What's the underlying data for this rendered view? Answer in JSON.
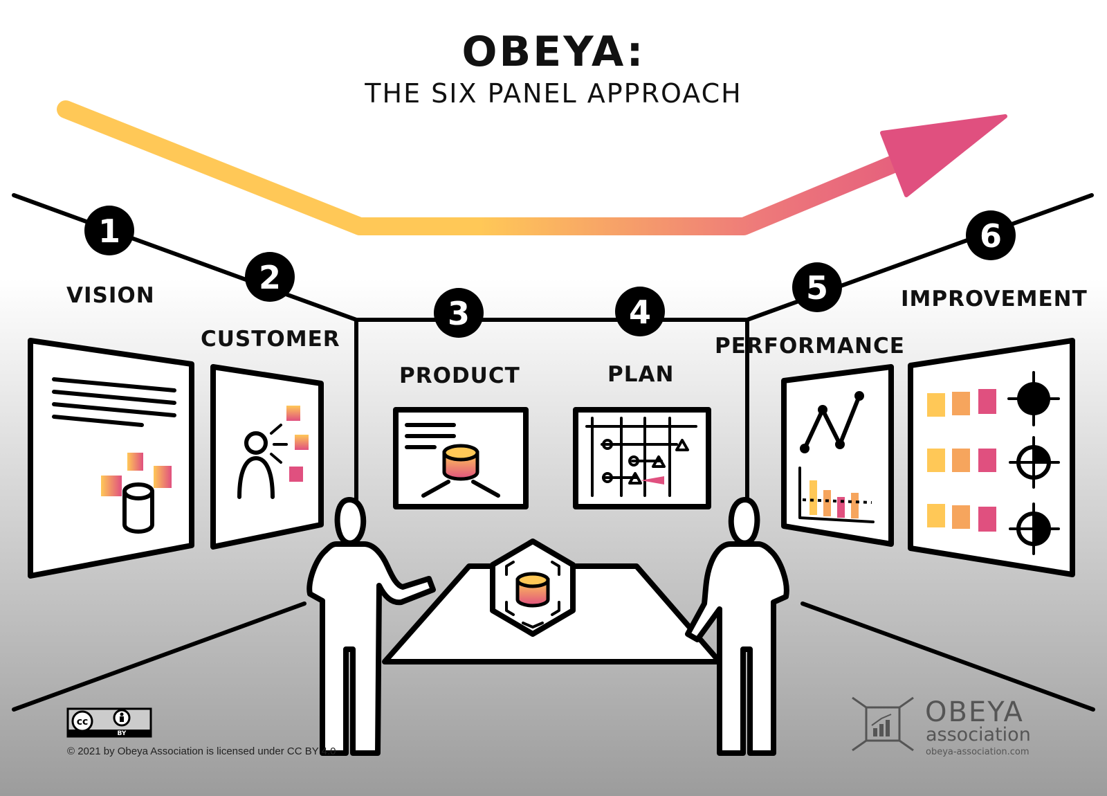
{
  "title": {
    "main": "OBEYA:",
    "subtitle": "THE SIX PANEL APPROACH"
  },
  "panels": [
    {
      "number": "1",
      "label": "VISION"
    },
    {
      "number": "2",
      "label": "CUSTOMER"
    },
    {
      "number": "3",
      "label": "PRODUCT"
    },
    {
      "number": "4",
      "label": "PLAN"
    },
    {
      "number": "5",
      "label": "PERFORMANCE"
    },
    {
      "number": "6",
      "label": "IMPROVEMENT"
    }
  ],
  "license": {
    "cc_mark": "cc",
    "by_mark": "BY",
    "text": "© 2021 by Obeya Association is licensed under CC BY 4.0"
  },
  "logo": {
    "name": "OBEYA",
    "tagline": "association",
    "url": "obeya-association.com"
  },
  "colors": {
    "yellow": "#FFC857",
    "orange": "#F6A55D",
    "pink": "#E0507F"
  }
}
